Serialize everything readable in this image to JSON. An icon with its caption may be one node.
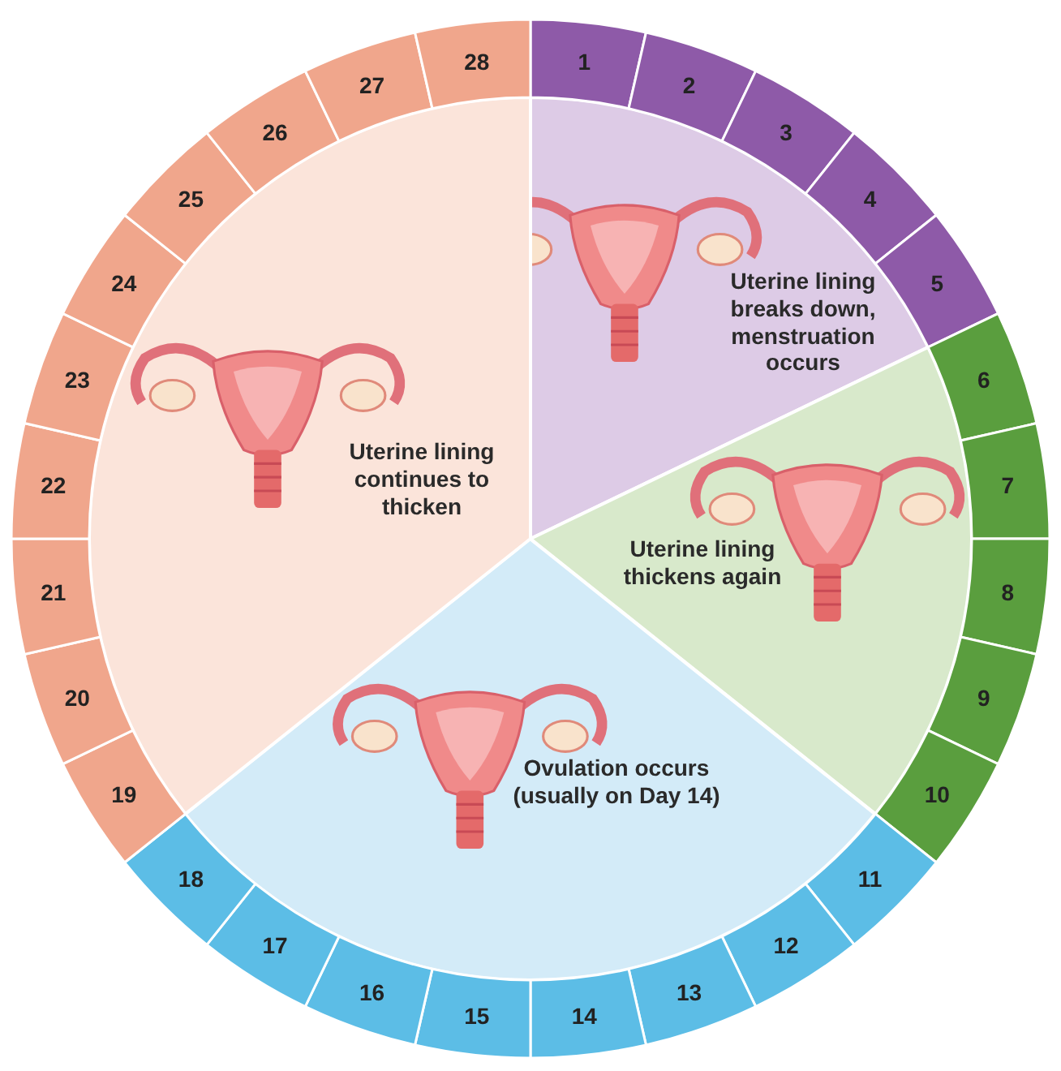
{
  "diagram": {
    "nodes": [
      {
        "text": [
          "Uterine lining breaks down, menstruation occurs"
        ]
      },
      {
        "text": [
          "Uterine lining thickens again"
        ]
      },
      {
        "text": [
          "Ovulation occurs (usually on Day 14)"
        ]
      },
      {
        "text": [
          "Uterine lining continues to thicken"
        ]
      }
    ],
    "edges": [],
    "labels": [
      "1",
      "2",
      "3",
      "4",
      "5",
      "6",
      "7",
      "8",
      "9",
      "10",
      "11",
      "12",
      "13",
      "14",
      "15",
      "16",
      "17",
      "18",
      "19",
      "20",
      "21",
      "22",
      "23",
      "24",
      "25",
      "26",
      "27",
      "28"
    ]
  }
}
